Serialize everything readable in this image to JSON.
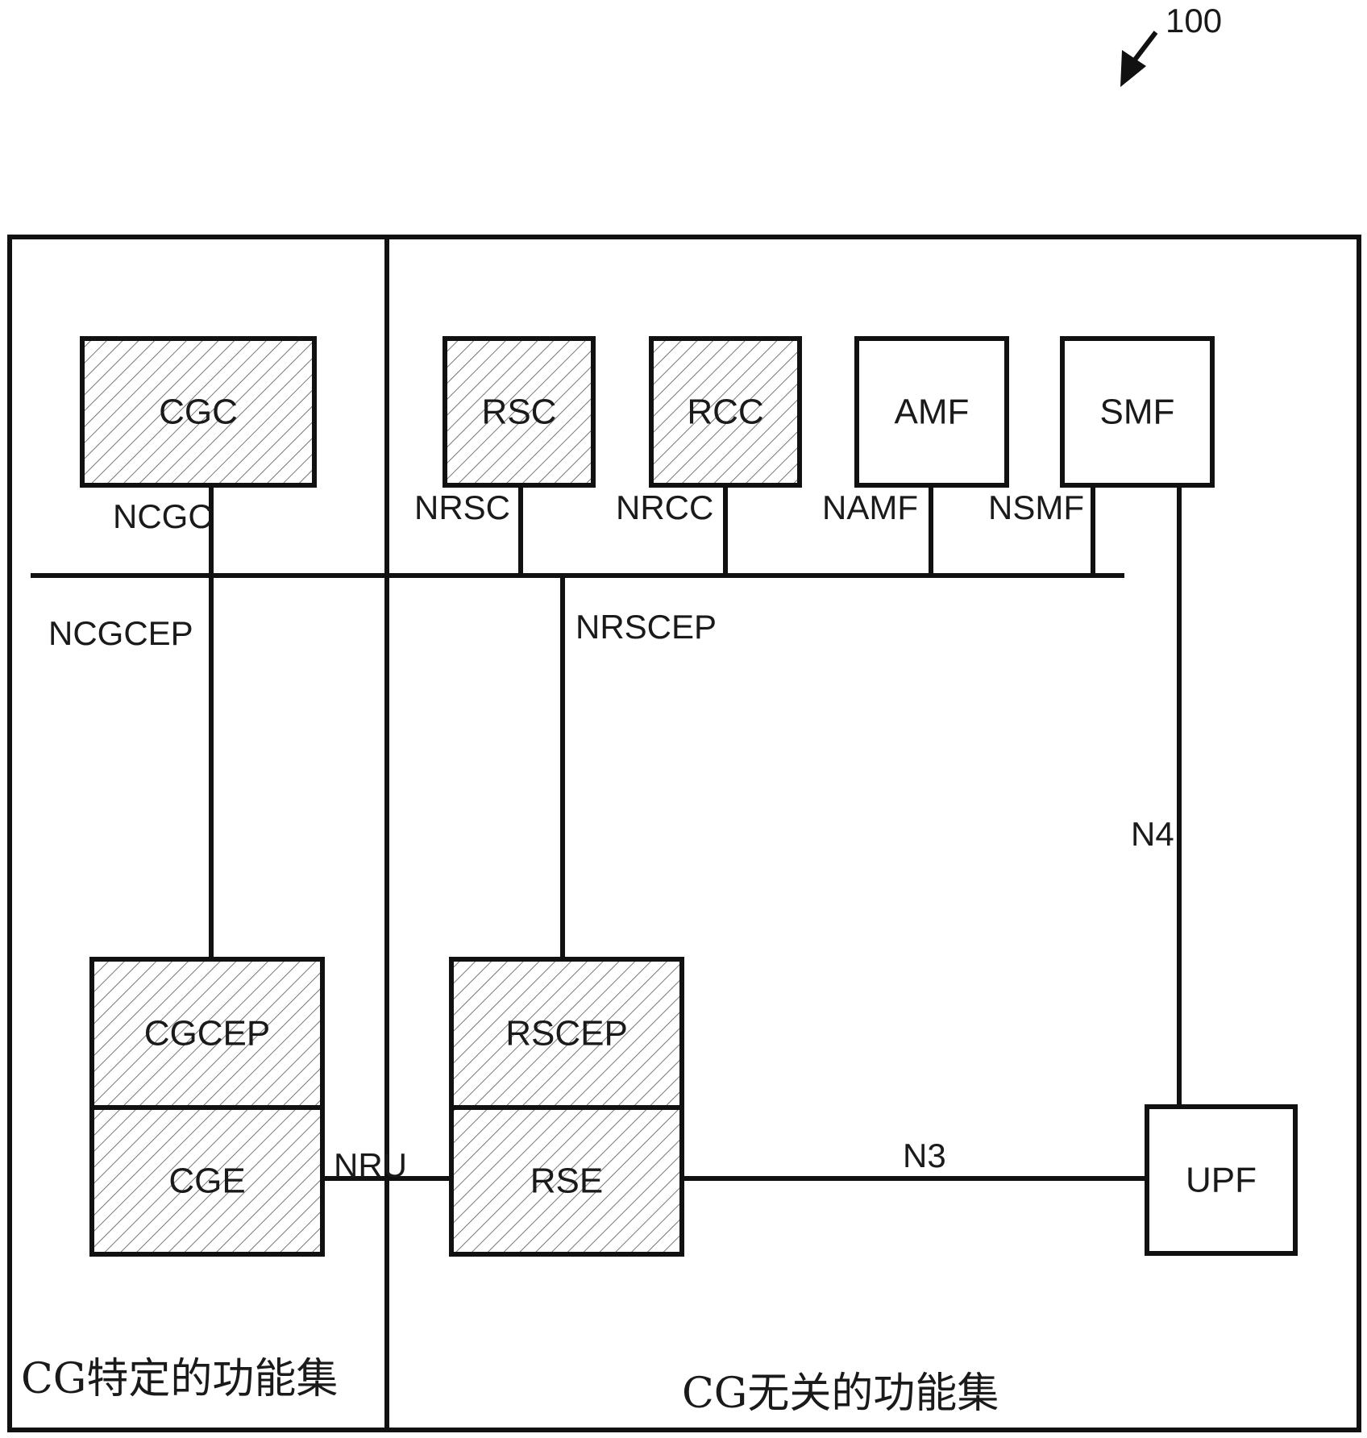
{
  "figure_ref": "100",
  "regions": {
    "cg_specific": "CG特定的功能集",
    "cg_independent": "CG无关的功能集"
  },
  "nodes": {
    "cgc": "CGC",
    "rsc": "RSC",
    "rcc": "RCC",
    "amf": "AMF",
    "smf": "SMF",
    "cgcep": "CGCEP",
    "cge": "CGE",
    "rscep": "RSCEP",
    "rse": "RSE",
    "upf": "UPF"
  },
  "interfaces": {
    "ncgc": "NCGC",
    "nrsc": "NRSC",
    "nrcc": "NRCC",
    "namf": "NAMF",
    "nsmf": "NSMF",
    "ncgcep": "NCGCEP",
    "nrscep": "NRSCEP",
    "n4": "N4",
    "nru": "NRU",
    "n3": "N3"
  },
  "colors": {
    "stroke": "#111111",
    "hatch": "#555555",
    "background": "#ffffff"
  }
}
